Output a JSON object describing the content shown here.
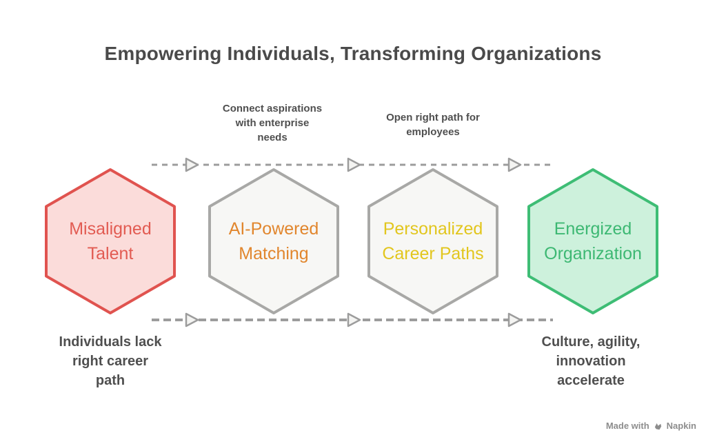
{
  "title": "Empowering Individuals, Transforming Organizations",
  "annotations": {
    "top_left": "Connect aspirations\nwith enterprise\nneeds",
    "top_right": "Open right path for\nemployees",
    "bottom_left": "Individuals lack\nright career\npath",
    "bottom_right": "Culture, agility,\ninnovation\naccelerate"
  },
  "hexagons": [
    {
      "label": "Misaligned\nTalent",
      "fill": "#fbdcda",
      "border": "#e0534f",
      "text_color": "#e25b52"
    },
    {
      "label": "AI-Powered\nMatching",
      "fill": "#f7f7f5",
      "border": "#a8a8a6",
      "text_color": "#e1862d"
    },
    {
      "label": "Personalized\nCareer Paths",
      "fill": "#f7f7f5",
      "border": "#a8a8a6",
      "text_color": "#e2c61e"
    },
    {
      "label": "Energized\nOrganization",
      "fill": "#cdf1dc",
      "border": "#3ebd75",
      "text_color": "#3db873"
    }
  ],
  "footer": {
    "made_with": "Made with",
    "brand": "Napkin"
  },
  "colors": {
    "background": "#ffffff",
    "title_text": "#4a4a4a",
    "annotation_text": "#4f4f4f",
    "connector": "#9c9c9c",
    "arrowhead_fill": "#f4f4f2",
    "footer_text": "#8d8d8d"
  }
}
